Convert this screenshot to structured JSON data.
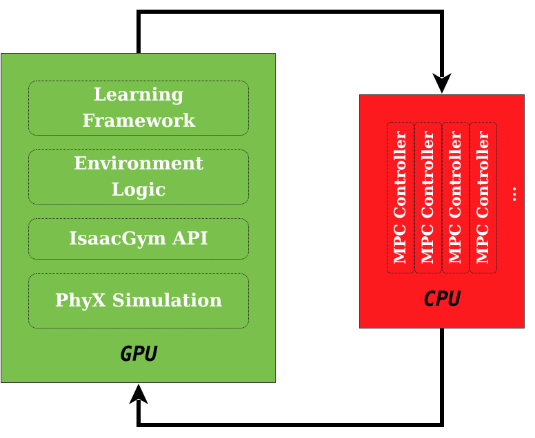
{
  "gpu": {
    "label": "GPU",
    "color": "#7AC04C",
    "modules": [
      {
        "line1": "Learning",
        "line2": "Framework"
      },
      {
        "line1": "Environment",
        "line2": "Logic"
      },
      {
        "line1": "IsaacGym API"
      },
      {
        "line1": "PhyX Simulation"
      }
    ]
  },
  "cpu": {
    "label": "CPU",
    "color": "#FC1A1F",
    "controllers": [
      "MPC Controller",
      "MPC Controller",
      "MPC Controller",
      "MPC Controller"
    ],
    "ellipsis": "..."
  }
}
